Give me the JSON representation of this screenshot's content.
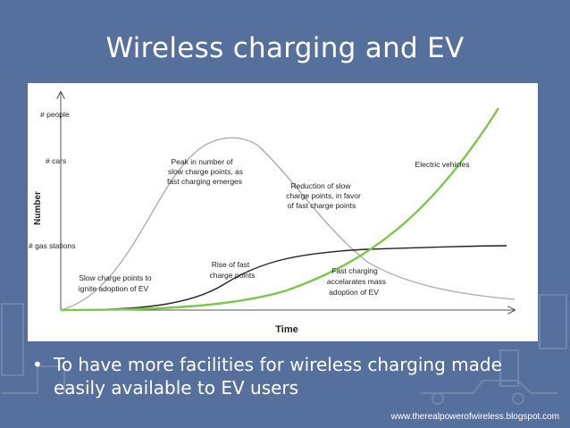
{
  "slide": {
    "title": "Wireless charging and EV",
    "bullet": "To have more facilities for wireless charging made easily available to EV users",
    "bullet_marker": "•",
    "source": "www.therealpowerofwireless.blogspot.com"
  },
  "diagram": {
    "y_axis_title": "Number",
    "x_axis_title": "Time",
    "y_ticks": [
      "# people",
      "# cars",
      "# gas stations"
    ],
    "annotations": {
      "slow_charge": [
        "Slow charge points to",
        "ignite adoption of EV"
      ],
      "peak": [
        "Peak in number of",
        "slow charge points, as",
        "fast charging emerges"
      ],
      "reduction": [
        "Reduction of slow",
        "charge points, in favor",
        "of fast charge points"
      ],
      "electric_vehicles": [
        "Electric vehicles"
      ],
      "rise_fast": [
        "Rise of fast",
        "charge points"
      ],
      "fast_charging": [
        "Fast charging",
        "accelarates mass",
        "adoption of EV"
      ]
    },
    "colors": {
      "ev_curve": "#7ac943",
      "slow_curve": "#a8a8a8",
      "fast_curve": "#222222",
      "axis": "#555555"
    }
  }
}
